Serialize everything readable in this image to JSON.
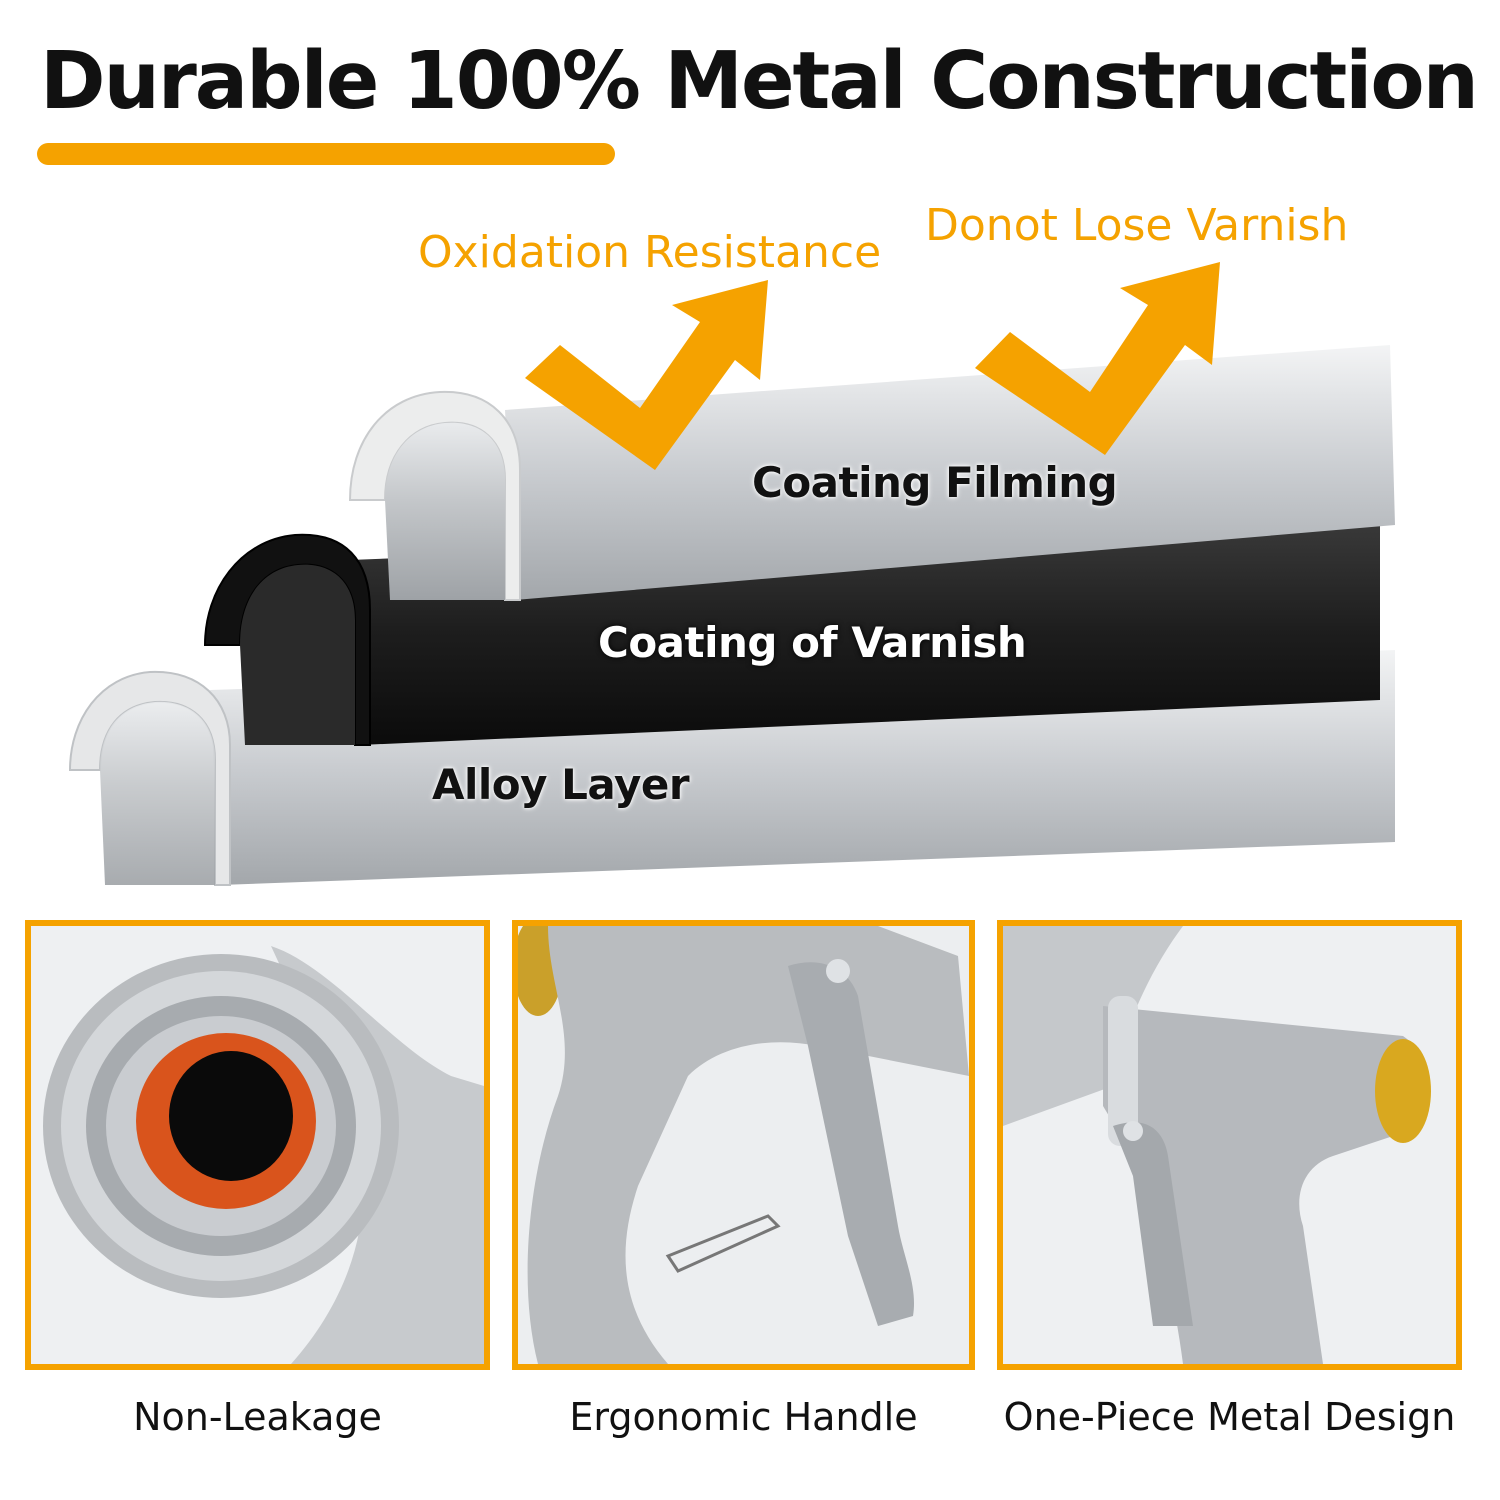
{
  "header": {
    "title": "Durable 100% Metal Construction",
    "accent_color": "#f5a200"
  },
  "callouts": [
    {
      "text": "Oxidation Resistance",
      "icon": "arrow-up-right-icon"
    },
    {
      "text": "Donot Lose Varnish",
      "icon": "arrow-up-right-icon"
    }
  ],
  "layers": [
    {
      "label": "Coating Filming",
      "color": "silver"
    },
    {
      "label": "Coating of Varnish",
      "color": "black"
    },
    {
      "label": "Alloy Layer",
      "color": "silver"
    }
  ],
  "features": [
    {
      "caption": "Non-Leakage"
    },
    {
      "caption": "Ergonomic Handle"
    },
    {
      "caption": "One-Piece Metal Design"
    }
  ]
}
